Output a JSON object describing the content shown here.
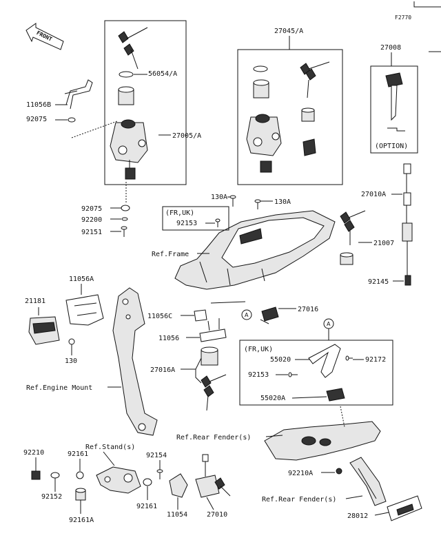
{
  "figure_code": "F2770",
  "front_label": "FRONT",
  "option_label": "(OPTION)",
  "region_fr_uk": "(FR,UK)",
  "ref_labels": {
    "frame": "Ref.Frame",
    "engine_mount": "Ref.Engine Mount",
    "stand": "Ref.Stand(s)",
    "rear_fender_1": "Ref.Rear Fender(s)",
    "rear_fender_2": "Ref.Rear Fender(s)"
  },
  "ref_marker": "A",
  "parts": {
    "p27005A": "27005/A",
    "p56054A": "56054/A",
    "p11056B": "11056B",
    "p92075a": "92075",
    "p92075b": "92075",
    "p92200": "92200",
    "p92151": "92151",
    "p27045A": "27045/A",
    "p27008": "27008",
    "p27010A": "27010A",
    "p21007": "21007",
    "p92145": "92145",
    "p130Aa": "130A",
    "p130Ab": "130A",
    "p92153a": "92153",
    "p11056A": "11056A",
    "p21181": "21181",
    "p130": "130",
    "p11056C": "11056C",
    "p11056": "11056",
    "p27016": "27016",
    "p27016A": "27016A",
    "p55020": "55020",
    "p92172": "92172",
    "p92153b": "92153",
    "p55020A": "55020A",
    "p92210": "92210",
    "p92161a": "92161",
    "p92152": "92152",
    "p92161A": "92161A",
    "p92154": "92154",
    "p92161b": "92161",
    "p11054": "11054",
    "p27010": "27010",
    "p92210A": "92210A",
    "p28012": "28012"
  }
}
